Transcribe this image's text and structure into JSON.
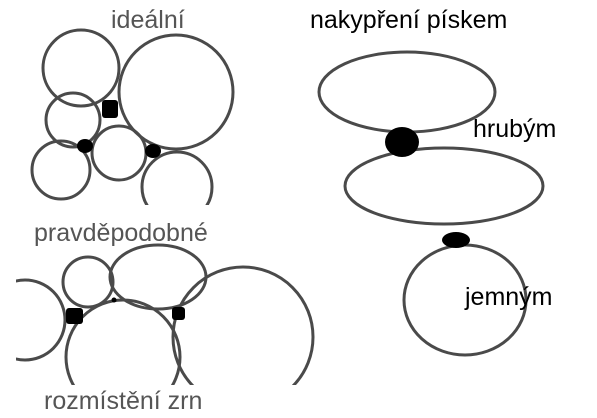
{
  "labels": {
    "ideal": "ideální",
    "sand_fill": "nakypření pískem",
    "coarse": "hrubým",
    "probable": "pravděpodobné",
    "fine": "jemným",
    "grain_distribution": "rozmístění zrn"
  },
  "colors": {
    "grain_outline": "#4a4a4a",
    "filler": "#000000",
    "label_gray": "#555555",
    "label_black": "#000000"
  }
}
